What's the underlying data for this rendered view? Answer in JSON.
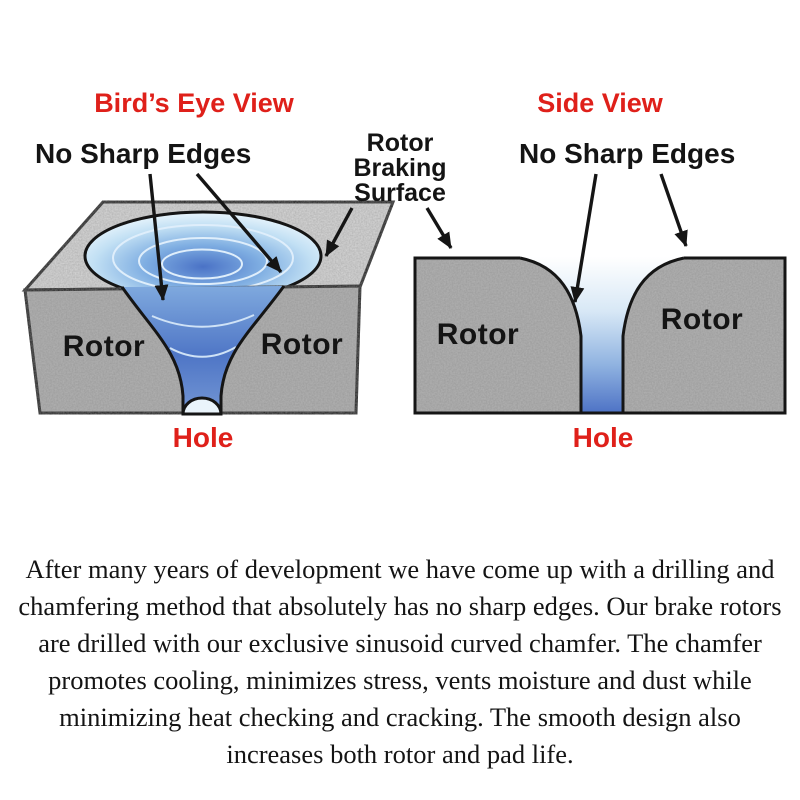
{
  "colors": {
    "accent_red": "#df201a",
    "ink": "#141414",
    "rotor_gray": "#b3b3b3",
    "rotor_top_gray": "#d8d8d8",
    "hole_blue_dark": "#4f74c6",
    "hole_blue_light": "#dcedf9"
  },
  "diagram": {
    "birds_eye": {
      "title": "Bird’s Eye View",
      "no_sharp_edges": "No Sharp Edges",
      "rotor_left": "Rotor",
      "rotor_right": "Rotor",
      "hole": "Hole"
    },
    "braking_surface": {
      "line1": "Rotor",
      "line2": "Braking",
      "line3": "Surface"
    },
    "side_view": {
      "title": "Side View",
      "no_sharp_edges": "No Sharp Edges",
      "rotor_left": "Rotor",
      "rotor_right": "Rotor",
      "hole": "Hole"
    }
  },
  "body_text": "After many years of development we have come up with a drilling and chamfering method that absolutely has no sharp edges.  Our brake rotors are drilled with our exclusive sinusoid curved chamfer. The chamfer promotes cooling, minimizes stress, vents moisture and dust while minimizing heat checking and cracking. The smooth design also increases both rotor and pad life."
}
